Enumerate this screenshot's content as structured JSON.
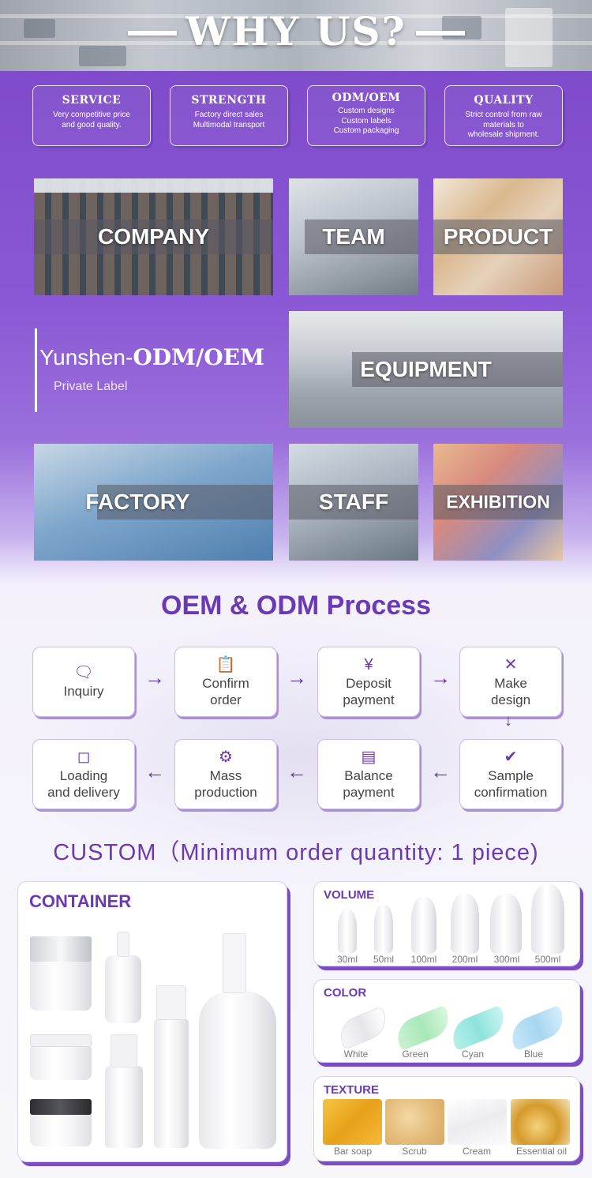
{
  "header": {
    "title": "WHY US?"
  },
  "features": [
    {
      "title": "SERVICE",
      "text": "Very competitive price\nand good quality."
    },
    {
      "title": "STRENGTH",
      "text": "Factory direct sales\nMultimodal transport"
    },
    {
      "title": "ODM/OEM",
      "text": "Custom designs\nCustom labels\nCustom packaging"
    },
    {
      "title": "QUALITY",
      "text": "Strict control from raw\nmaterials to\nwholesale shipment."
    }
  ],
  "tiles": {
    "company": "COMPANY",
    "team": "TEAM",
    "product": "PRODUCT",
    "equipment": "EQUIPMENT",
    "factory": "FACTORY",
    "staff": "STAFF",
    "exhibition": "EXHIBITION"
  },
  "brand": {
    "name_prefix": "Yunshen-",
    "name_suffix": "ODM/OEM",
    "subtitle": "Private Label"
  },
  "process": {
    "title": "OEM & ODM Process",
    "steps": [
      {
        "label": "Inquiry",
        "icon": "chat-bubble-icon"
      },
      {
        "label": "Confirm\norder",
        "icon": "clipboard-icon"
      },
      {
        "label": "Deposit\npayment",
        "icon": "yen-icon"
      },
      {
        "label": "Make\ndesign",
        "icon": "tools-icon"
      },
      {
        "label": "Sample\nconfirmation",
        "icon": "check-circle-icon"
      },
      {
        "label": "Balance\npayment",
        "icon": "card-icon"
      },
      {
        "label": "Mass\nproduction",
        "icon": "gear-icon"
      },
      {
        "label": "Loading\nand delivery",
        "icon": "box-icon"
      }
    ]
  },
  "custom": {
    "title": "CUSTOM（Minimum order quantity: 1 piece)",
    "container_title": "CONTAINER",
    "volume": {
      "title": "VOLUME",
      "options": [
        "30ml",
        "50ml",
        "100ml",
        "200ml",
        "300ml",
        "500ml"
      ]
    },
    "color": {
      "title": "COLOR",
      "options": [
        "White",
        "Green",
        "Cyan",
        "Blue"
      ]
    },
    "texture": {
      "title": "TEXTURE",
      "options": [
        "Bar soap",
        "Scrub",
        "Cream",
        "Essential oil"
      ]
    }
  },
  "colors": {
    "accent": "#6a3ab5",
    "purple_bg": "#7b47c9",
    "swatch_green": "#a9e8b8",
    "swatch_cyan": "#8fe3dc",
    "swatch_blue": "#a7d6f2"
  }
}
